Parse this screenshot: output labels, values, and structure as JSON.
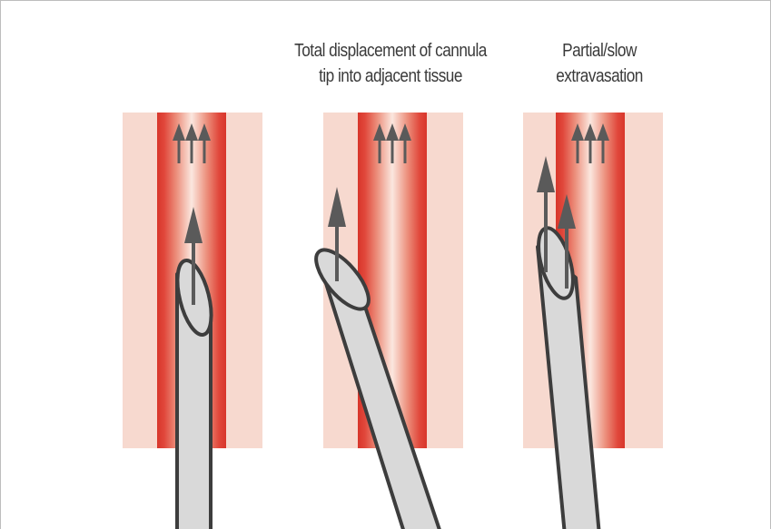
{
  "captions": {
    "middle_line1": "Total displacement of cannula",
    "middle_line2": "tip into adjacent tissue",
    "right_line1": "Partial/slow",
    "right_line2": "extravasation"
  },
  "colors": {
    "tissue": "#f7d9cf",
    "vein_edge": "#d8362b",
    "vein_center": "#fbe7df",
    "cannula_fill": "#d9d9d9",
    "cannula_stroke": "#3d3d3d",
    "arrow": "#5a5a5a",
    "caption_text": "#3a3a3a"
  },
  "panels": [
    {
      "id": "normal",
      "icon": "cannula-in-vein"
    },
    {
      "id": "displaced",
      "icon": "cannula-out-of-vein"
    },
    {
      "id": "partial",
      "icon": "cannula-partially-out"
    }
  ]
}
